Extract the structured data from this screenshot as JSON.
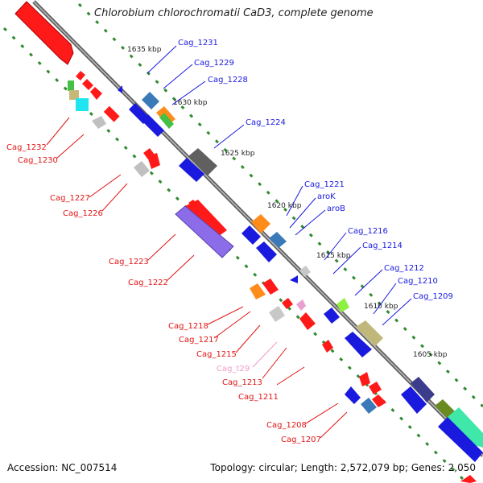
{
  "title": "Chlorobium chlorochromatii CaD3, complete genome",
  "footer": {
    "accession": "Accession: NC_007514",
    "summary": "Topology: circular; Length: 2,572,079 bp; Genes: 2,050"
  },
  "kbp_labels": [
    "1635 kbp",
    "1630 kbp",
    "1625 kbp",
    "1620 kbp",
    "1615 kbp",
    "1610 kbp",
    "1605 kbp"
  ],
  "upper_gene_labels": [
    "Cag_1231",
    "Cag_1229",
    "Cag_1228",
    "Cag_1224",
    "Cag_1221",
    "aroK",
    "aroB",
    "Cag_1216",
    "Cag_1214",
    "Cag_1212",
    "Cag_1210",
    "Cag_1209"
  ],
  "lower_gene_labels": [
    "Cag_1232",
    "Cag_1230",
    "Cag_1227",
    "Cag_1226",
    "Cag_1223",
    "Cag_1222",
    "Cag_1218",
    "Cag_1217",
    "Cag_1215",
    "Cag_t29",
    "Cag_1213",
    "Cag_1211",
    "Cag_1208",
    "Cag_1207"
  ],
  "colors": {
    "forward_label": "#1a1adf",
    "reverse_label": "#e01515",
    "trna_label": "#f09ac8",
    "backbone": "#7a7a7a",
    "dots": "#2f8a2f"
  }
}
